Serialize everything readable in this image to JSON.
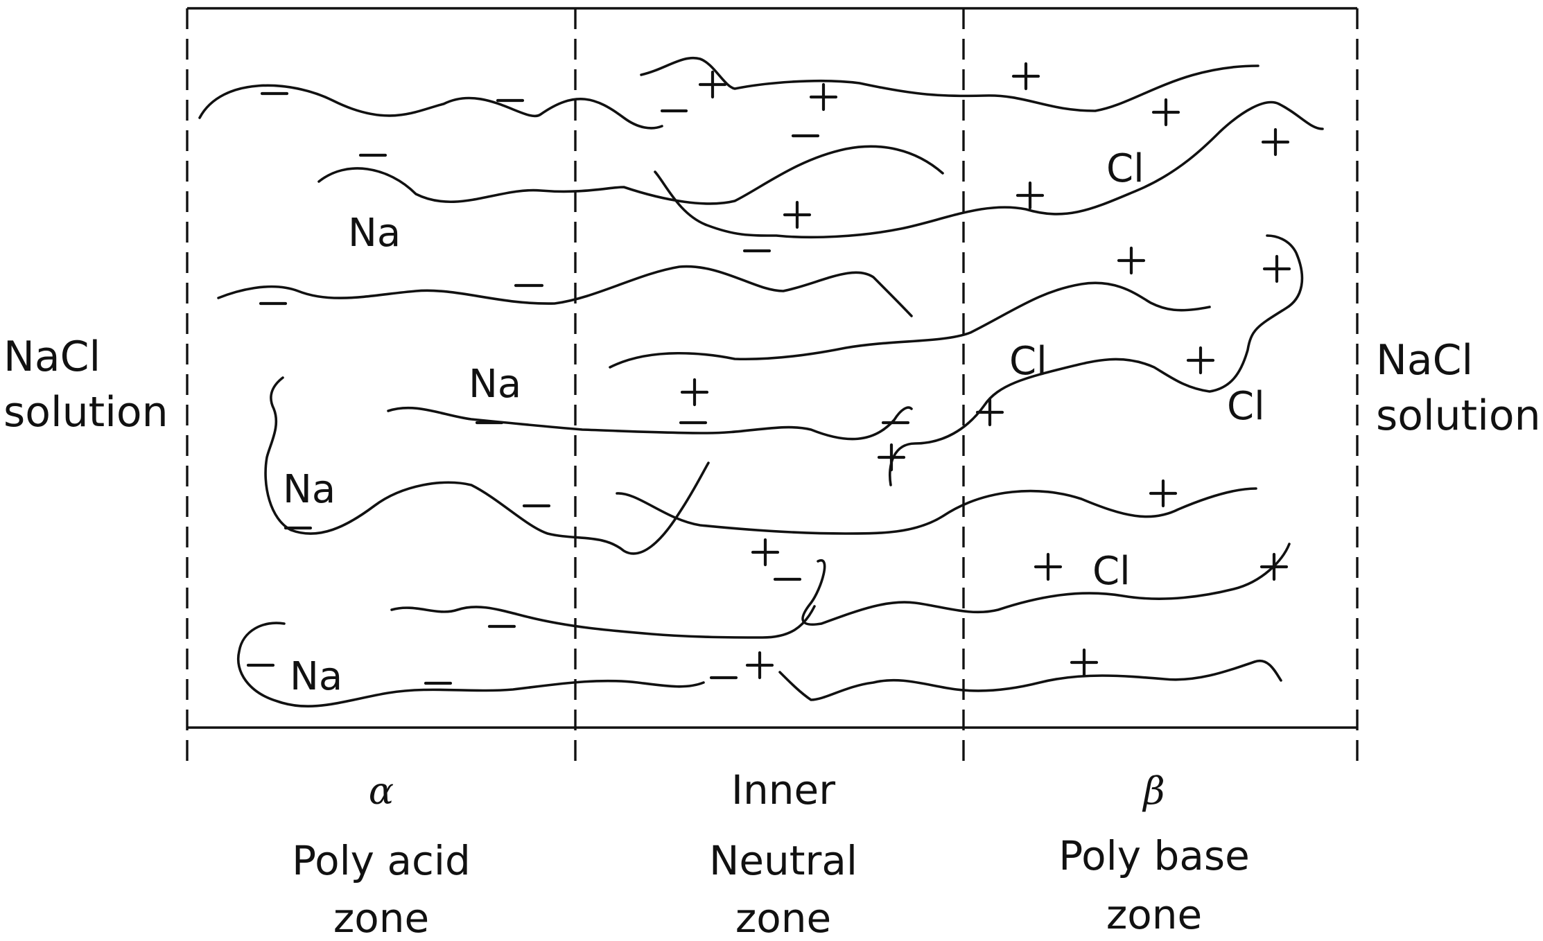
{
  "left_side": {
    "line1": "NaCl",
    "line2": "solution"
  },
  "right_side": {
    "line1": "NaCl",
    "line2": "solution"
  },
  "ions": {
    "na": "Na",
    "cl": "Cl",
    "plus": "+",
    "minus": "−"
  },
  "zones": [
    {
      "letter": "α",
      "line1": "Poly acid",
      "line2": "zone"
    },
    {
      "letter": "",
      "line1": "Inner",
      "line2": "Neutral",
      "line3": "zone"
    },
    {
      "letter": "β",
      "line1": "Poly base",
      "line2": "zone"
    }
  ]
}
